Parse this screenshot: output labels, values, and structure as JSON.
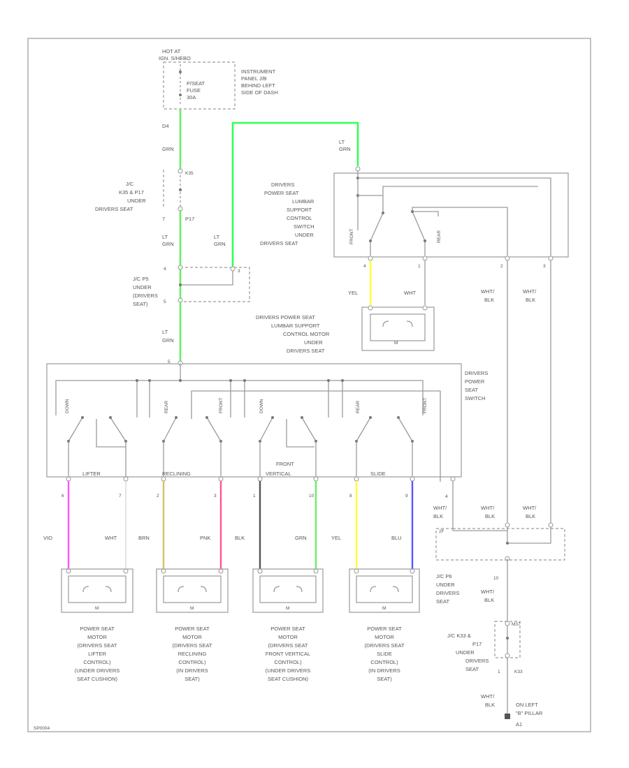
{
  "wire_colors": {
    "grn": "#66ee66",
    "lt_grn": "#33ff55",
    "yel": "#ffff33",
    "vio": "#ff55ff",
    "brn": "#d9c060",
    "pnk": "#ff5588",
    "blk": "#555555",
    "blu": "#5555ff",
    "wht": "#d8d8d8"
  },
  "fuse": {
    "hot_at": "HOT AT",
    "ign_label": "IGN. S/HEBO",
    "fuse_name": [
      "P/SEAT",
      "FUSE",
      "30A"
    ],
    "location": [
      "INSTRUMENT",
      "PANEL J/B",
      "BEHIND LEFT",
      "SIDE OF DASH"
    ]
  },
  "feed": {
    "pin": "D4",
    "color": "GRN",
    "jc": [
      "J/C",
      "K35 & P17",
      "UNDER",
      "DRIVERS SEAT"
    ],
    "pin_in": "K35",
    "pin_out": "P17",
    "pin_out_num": "7",
    "lt_grn_left": [
      "LT",
      "GRN"
    ],
    "lt_grn_mid": [
      "LT",
      "GRN"
    ],
    "lt_grn_top": [
      "LT",
      "GRN"
    ],
    "jc_p5": [
      "J/C P5",
      "UNDER",
      "(DRIVERS",
      "SEAT)"
    ],
    "jc_p5_pins": [
      "4",
      "3",
      "5"
    ],
    "lt_grn_low": [
      "LT",
      "GRN"
    ],
    "switch_pin": "5"
  },
  "lumbar_switch": {
    "label": [
      "DRIVERS",
      "POWER SEAT",
      "LUMBAR",
      "SUPPORT",
      "CONTROL",
      "SWITCH",
      "UNDER",
      "DRIVERS SEAT"
    ],
    "pos_front": "FRONT",
    "pos_rear": "REAR",
    "pins": [
      "4",
      "1",
      "2",
      "3"
    ],
    "wire_left": "YEL",
    "wire_mid": "WHT",
    "wire_r1": [
      "WHT/",
      "BLK"
    ],
    "wire_r2": [
      "WHT/",
      "BLK"
    ]
  },
  "lumbar_motor": {
    "label": [
      "DRIVERS POWER SEAT",
      "LUMBAR SUPPORT",
      "CONTROL MOTOR",
      "UNDER",
      "DRIVERS SEAT"
    ],
    "symbol": "M"
  },
  "seat_switch": {
    "label": [
      "DRIVERS",
      "POWER",
      "SEAT",
      "SWITCH"
    ],
    "sections": [
      "LIFTER",
      "RECLINING",
      "FRONT VERTICAL",
      "SLIDE"
    ],
    "positions": [
      "DOWN",
      "REAR",
      "FRONT",
      "DOWN",
      "REAR",
      "FRONT"
    ],
    "out_pin": "4"
  },
  "motor_wires": [
    {
      "pin": "6",
      "color": "VIO"
    },
    {
      "pin": "7",
      "color": "WHT"
    },
    {
      "pin": "2",
      "color": "BRN"
    },
    {
      "pin": "3",
      "color": "PNK"
    },
    {
      "pin": "1",
      "color": "BLK"
    },
    {
      "pin": "10",
      "color": "GRN"
    },
    {
      "pin": "8",
      "color": "YEL"
    },
    {
      "pin": "9",
      "color": "BLU"
    }
  ],
  "motors": [
    {
      "symbol": "M",
      "label": [
        "POWER SEAT",
        "MOTOR",
        "(DRIVERS SEAT",
        "LIFTER",
        "CONTROL)",
        "(UNDER DRIVERS",
        "SEAT CUSHION)"
      ]
    },
    {
      "symbol": "M",
      "label": [
        "POWER SEAT",
        "MOTOR",
        "(DRIVERS SEAT",
        "RECLINING",
        "CONTROL)",
        "(IN DRIVERS",
        "SEAT)"
      ]
    },
    {
      "symbol": "M",
      "label": [
        "POWER SEAT",
        "MOTOR",
        "(DRIVERS SEAT",
        "FRONT VERTICAL",
        "CONTROL)",
        "(UNDER DRIVERS",
        "SEAT CUSHION)"
      ]
    },
    {
      "symbol": "M",
      "label": [
        "POWER SEAT",
        "MOTOR",
        "(DRIVERS SEAT",
        "SLIDE",
        "CONTROL)",
        "(IN DRIVERS",
        "SEAT)"
      ]
    }
  ],
  "ground": {
    "sw_wire": [
      "WHT/",
      "BLK"
    ],
    "mid_wire": [
      "WHT/",
      "BLK"
    ],
    "right_wire": [
      "WHT/",
      "BLK"
    ],
    "jc_p6": [
      "J/C P6",
      "UNDER",
      "DRIVERS",
      "SEAT"
    ],
    "jc_p6_pin_in": "2F",
    "jc_p6_pin_out": "10",
    "wire_after_p6": [
      "WHT/",
      "BLK"
    ],
    "jc_k33": [
      "J/C K33 &",
      "P17",
      "UNDER",
      "DRIVERS",
      "SEAT"
    ],
    "k33_pin": "M37",
    "k33_out": "1",
    "k33_name": "K33",
    "wire_final": [
      "WHT/",
      "BLK"
    ],
    "ground_loc": [
      "ON LEFT",
      "\"B\" PILLAR"
    ],
    "ground_id": "A1"
  },
  "footer_code": "SP0004"
}
